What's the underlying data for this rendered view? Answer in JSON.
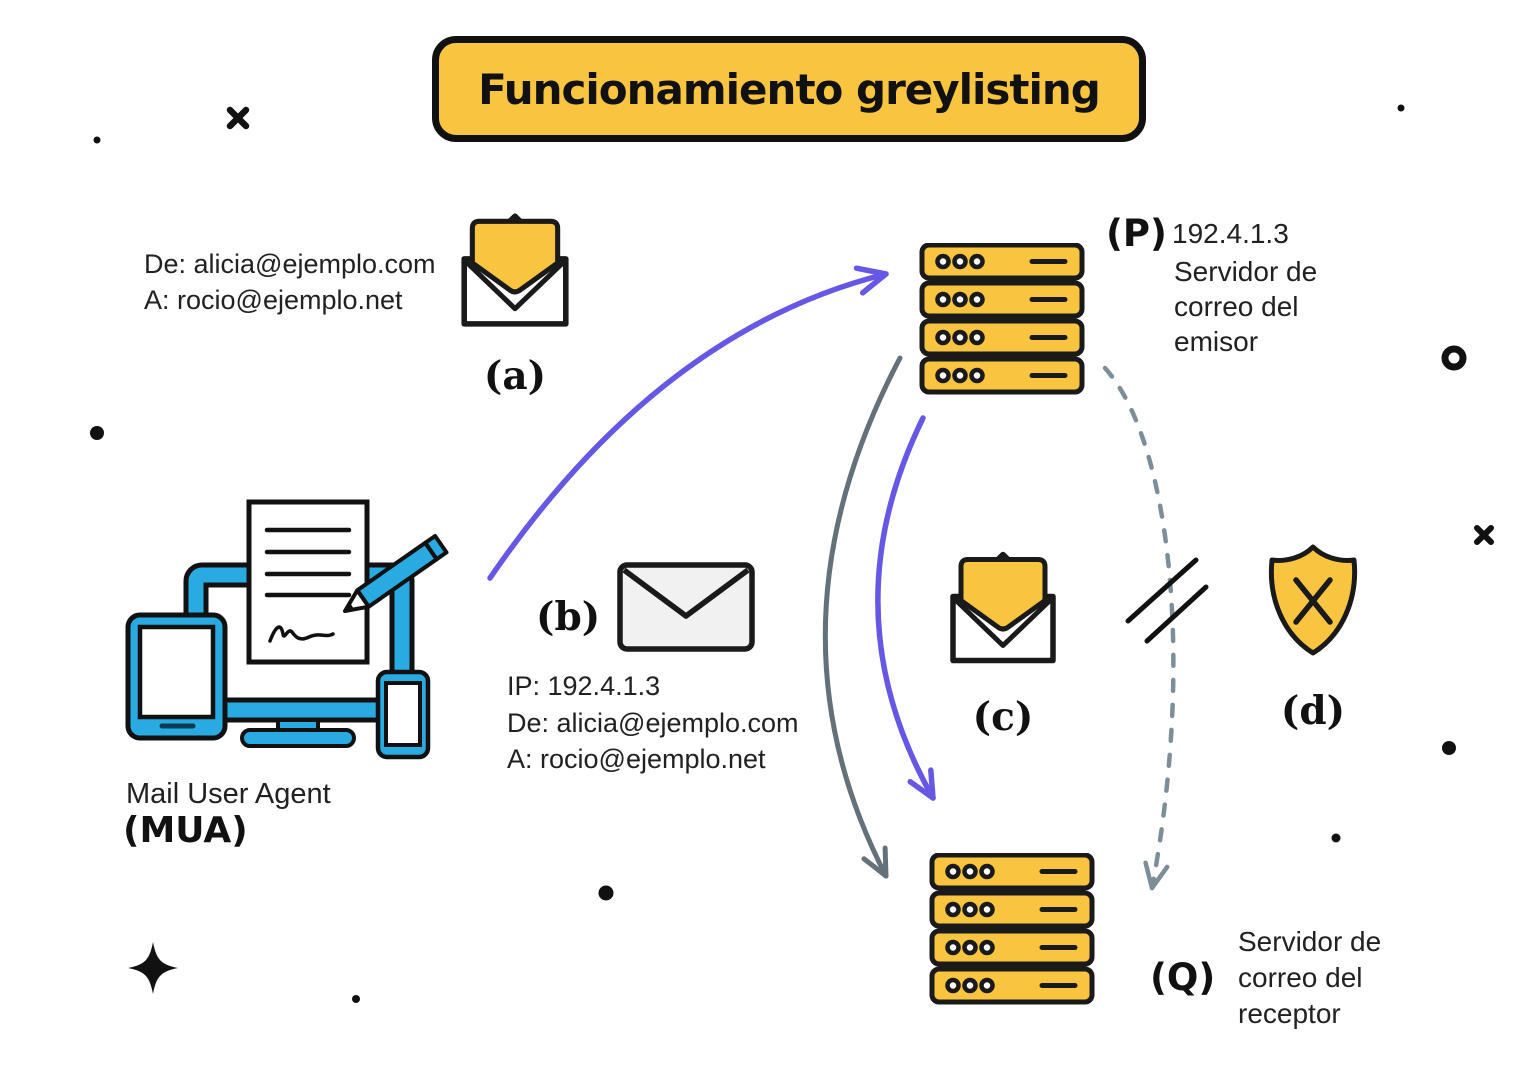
{
  "title": "Funcionamiento greylisting",
  "colors": {
    "yellow": "#F9C440",
    "ink": "#1A1A1A",
    "device_blue": "#29ABE2",
    "arrow_purple": "#6658E5",
    "arrow_gray": "#64707A",
    "arrow_dashed_gray": "#7D8E99",
    "envelope_gray": "#F1F1F1"
  },
  "message_a": {
    "label": "(a)",
    "from": "De: alicia@ejemplo.com",
    "to": "A: rocio@ejemplo.net"
  },
  "mua": {
    "name": "Mail User Agent",
    "abbr": "(MUA)"
  },
  "message_b": {
    "label": "(b)",
    "ip": "IP: 192.4.1.3",
    "from": "De: alicia@ejemplo.com",
    "to": "A: rocio@ejemplo.net"
  },
  "server_p": {
    "label": "(P)",
    "ip": "192.4.1.3",
    "description": "Servidor de correo del emisor"
  },
  "server_q": {
    "label": "(Q)",
    "description": "Servidor de correo del receptor"
  },
  "step_c": {
    "label": "(c)"
  },
  "step_d": {
    "label": "(d)"
  },
  "icons": {
    "open_envelope": "open-envelope-icon",
    "closed_envelope": "closed-envelope-icon",
    "server_stack": "server-stack-icon",
    "shield_block": "shield-x-icon",
    "mua_devices": "computer-devices-icon"
  }
}
